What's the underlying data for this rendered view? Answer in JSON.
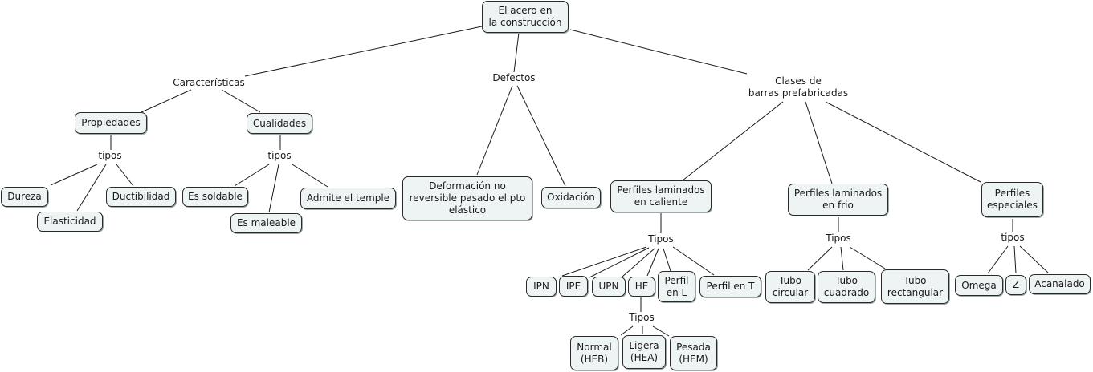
{
  "concept_map": {
    "root": "El acero en\nla construcción",
    "branches": {
      "caracteristicas": {
        "label": "Características",
        "propiedades": {
          "label": "Propiedades",
          "link": "tipos",
          "items": [
            "Dureza",
            "Elasticidad",
            "Ductibilidad"
          ]
        },
        "cualidades": {
          "label": "Cualidades",
          "link": "tipos",
          "items": [
            "Es soldable",
            "Es maleable",
            "Admite el temple"
          ]
        }
      },
      "defectos": {
        "label": "Defectos",
        "items": [
          "Deformación no\nreversible pasado el pto\nelástico",
          "Oxidación"
        ]
      },
      "clases": {
        "label": "Clases de\nbarras prefabricadas",
        "caliente": {
          "label": "Perfiles laminados\nen caliente",
          "link": "Tipos",
          "items": [
            "IPN",
            "IPE",
            "UPN",
            "HE",
            "Perfil\nen L",
            "Perfil en T"
          ],
          "he": {
            "link": "Tipos",
            "items": [
              "Normal\n(HEB)",
              "Ligera\n(HEA)",
              "Pesada\n(HEM)"
            ]
          }
        },
        "frio": {
          "label": "Perfiles laminados\nen frio",
          "link": "Tipos",
          "items": [
            "Tubo\ncircular",
            "Tubo\ncuadrado",
            "Tubo\nrectangular"
          ]
        },
        "especiales": {
          "label": "Perfiles\nespeciales",
          "link": "tipos",
          "items": [
            "Omega",
            "Z",
            "Acanalado"
          ]
        }
      }
    }
  }
}
